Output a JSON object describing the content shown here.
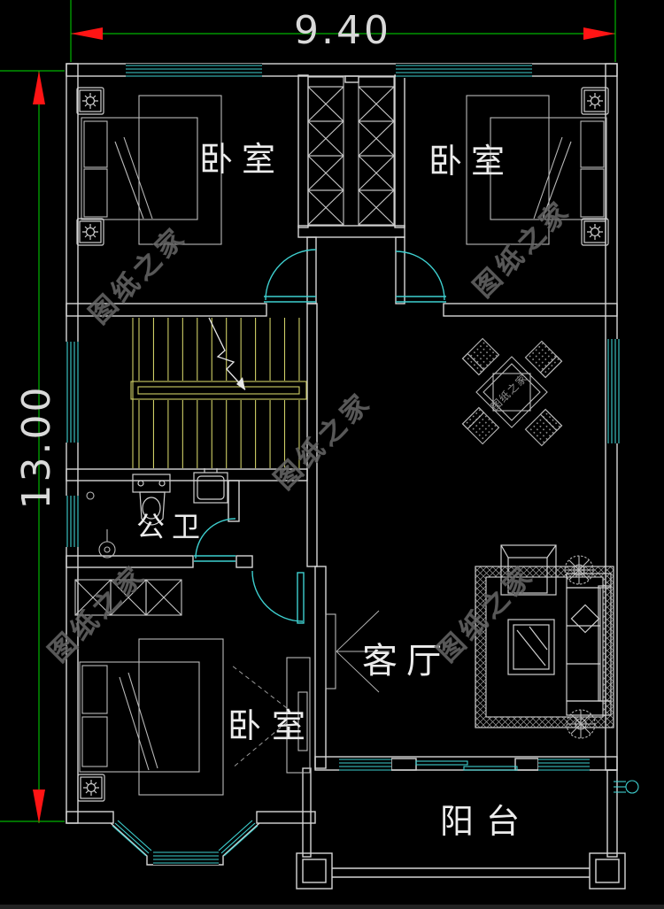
{
  "drawing": {
    "dimension_width": "9.40",
    "dimension_height": "13.00",
    "rooms": {
      "bedroom_top_left": "卧室",
      "bedroom_top_right": "卧室",
      "bedroom_bottom": "卧室",
      "bathroom": "公卫",
      "living_room": "客厅",
      "balcony": "阳台"
    },
    "watermark_text": "图纸之家",
    "colors": {
      "background": "#000000",
      "walls": "#d6d6d6",
      "windows_doors": "#3ecfcf",
      "stairs": "#cfcf66",
      "dimension_line": "#00b400",
      "dimension_arrow": "#ff1414",
      "watermark": "#686868",
      "label_text": "#ececec"
    }
  }
}
